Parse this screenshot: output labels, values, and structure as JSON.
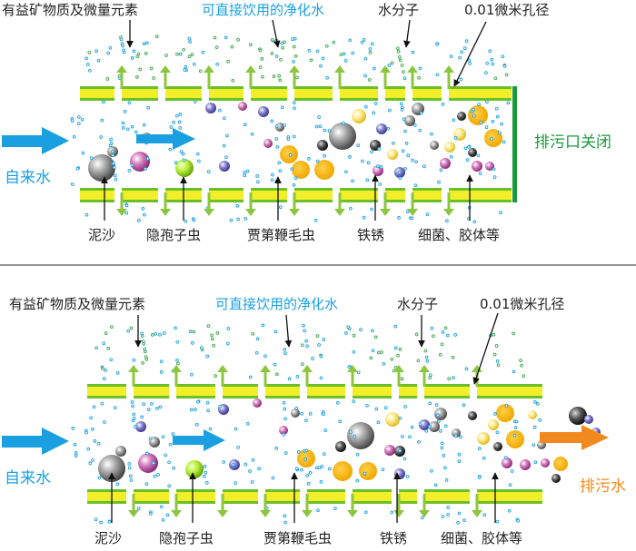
{
  "panels": [
    {
      "id": "closed",
      "labels": {
        "minerals": "有益矿物质及微量元素",
        "drinkable": "可直接饮用的净化水",
        "water_molecule": "水分子",
        "pore": "0.01微米孔径",
        "tap_water": "自来水",
        "outlet": "排污口关闭",
        "sediment": "泥沙",
        "cryptosporidium": "隐孢子虫",
        "giardia": "贾第鞭毛虫",
        "rust": "铁锈",
        "bacteria": "细菌、胶体等"
      }
    },
    {
      "id": "open",
      "labels": {
        "minerals": "有益矿物质及微量元素",
        "drinkable": "可直接饮用的净化水",
        "water_molecule": "水分子",
        "pore": "0.01微米孔径",
        "tap_water": "自来水",
        "outlet": "排污水",
        "sediment": "泥沙",
        "cryptosporidium": "隐孢子虫",
        "giardia": "贾第鞭毛虫",
        "rust": "铁锈",
        "bacteria": "细菌、胶体等"
      }
    }
  ],
  "colors": {
    "text": "#222222",
    "blue_label": "#1aa0e0",
    "outlet_closed": "#1a9a3a",
    "outlet_open": "#f08a1e",
    "membrane_yellow": "#f2ee2a",
    "membrane_green": "#6abf2a",
    "arrow_green": "#8cc63f",
    "water_blue": "#1aa0e0"
  }
}
